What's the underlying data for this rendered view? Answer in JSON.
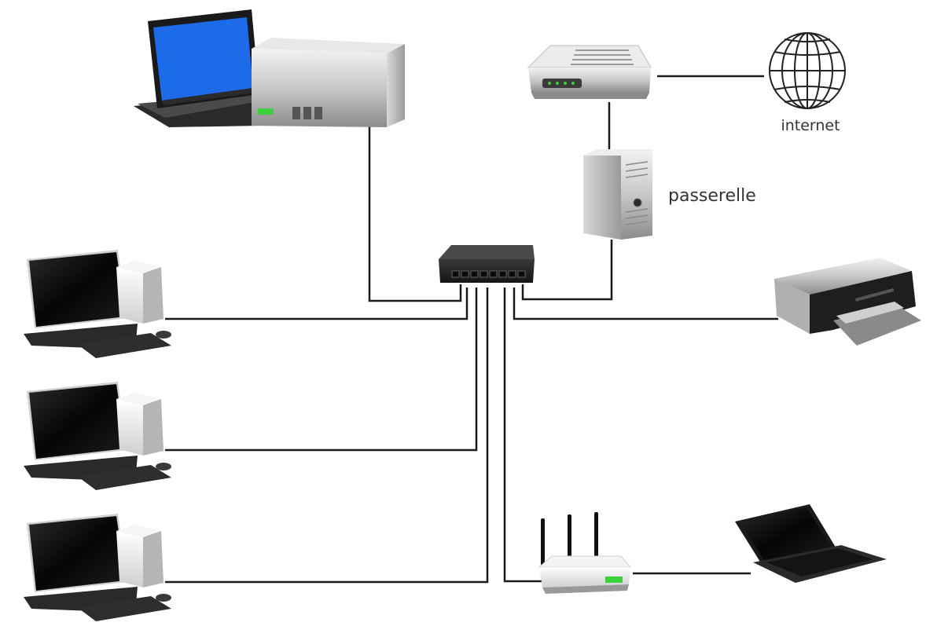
{
  "labels": {
    "internet": "internet",
    "gateway": "passerelle"
  },
  "colors": {
    "cable": "#1a1a1a",
    "screen_blue": "#1e6bea",
    "screen_black": "#0c0c0c",
    "metal_light": "#e6e6e6",
    "metal_dark": "#8a8a8a",
    "led_green": "#3cd13c"
  },
  "devices": [
    {
      "name": "nas-server",
      "icon": "nas-server-icon"
    },
    {
      "name": "monitor-blue",
      "icon": "monitor-icon"
    },
    {
      "name": "modem",
      "icon": "modem-icon"
    },
    {
      "name": "globe",
      "icon": "globe-icon"
    },
    {
      "name": "gateway-tower",
      "icon": "tower-pc-icon"
    },
    {
      "name": "switch",
      "icon": "network-switch-icon"
    },
    {
      "name": "desktop-1",
      "icon": "desktop-computer-icon"
    },
    {
      "name": "desktop-2",
      "icon": "desktop-computer-icon"
    },
    {
      "name": "desktop-3",
      "icon": "desktop-computer-icon"
    },
    {
      "name": "printer",
      "icon": "printer-icon"
    },
    {
      "name": "wifi-router",
      "icon": "wifi-router-icon"
    },
    {
      "name": "laptop",
      "icon": "laptop-icon"
    }
  ]
}
